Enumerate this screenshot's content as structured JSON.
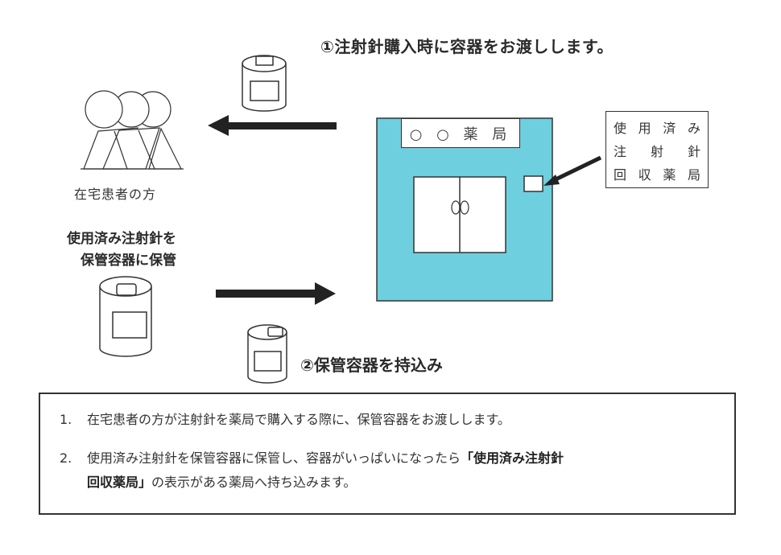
{
  "headings": {
    "step1": "①注射針購入時に容器をお渡しします。",
    "step2": "②保管容器を持込み"
  },
  "patients": {
    "label": "在宅患者の方"
  },
  "storage": {
    "line1": "使用済み注射針を",
    "line2": "保管容器に保管"
  },
  "pharmacy": {
    "sign": "○ ○ 薬 局",
    "fill_color": "#6ecfdf",
    "door_knobs": "OO"
  },
  "notice": {
    "rows": [
      [
        "使",
        "用",
        "済",
        "み"
      ],
      [
        "注",
        "射",
        "針"
      ],
      [
        "回",
        "収",
        "薬",
        "局"
      ]
    ]
  },
  "info": {
    "items": [
      {
        "num": "1.",
        "text": "在宅患者の方が注射針を薬局で購入する際に、保管容器をお渡しします。"
      },
      {
        "num": "2.",
        "text_before": "使用済み注射針を保管容器に保管し、容器がいっぱいになったら",
        "bold1": "「使用済み注射針",
        "bold2": "回収薬局」",
        "text_after": "の表示がある薬局へ持ち込みます。"
      }
    ]
  }
}
